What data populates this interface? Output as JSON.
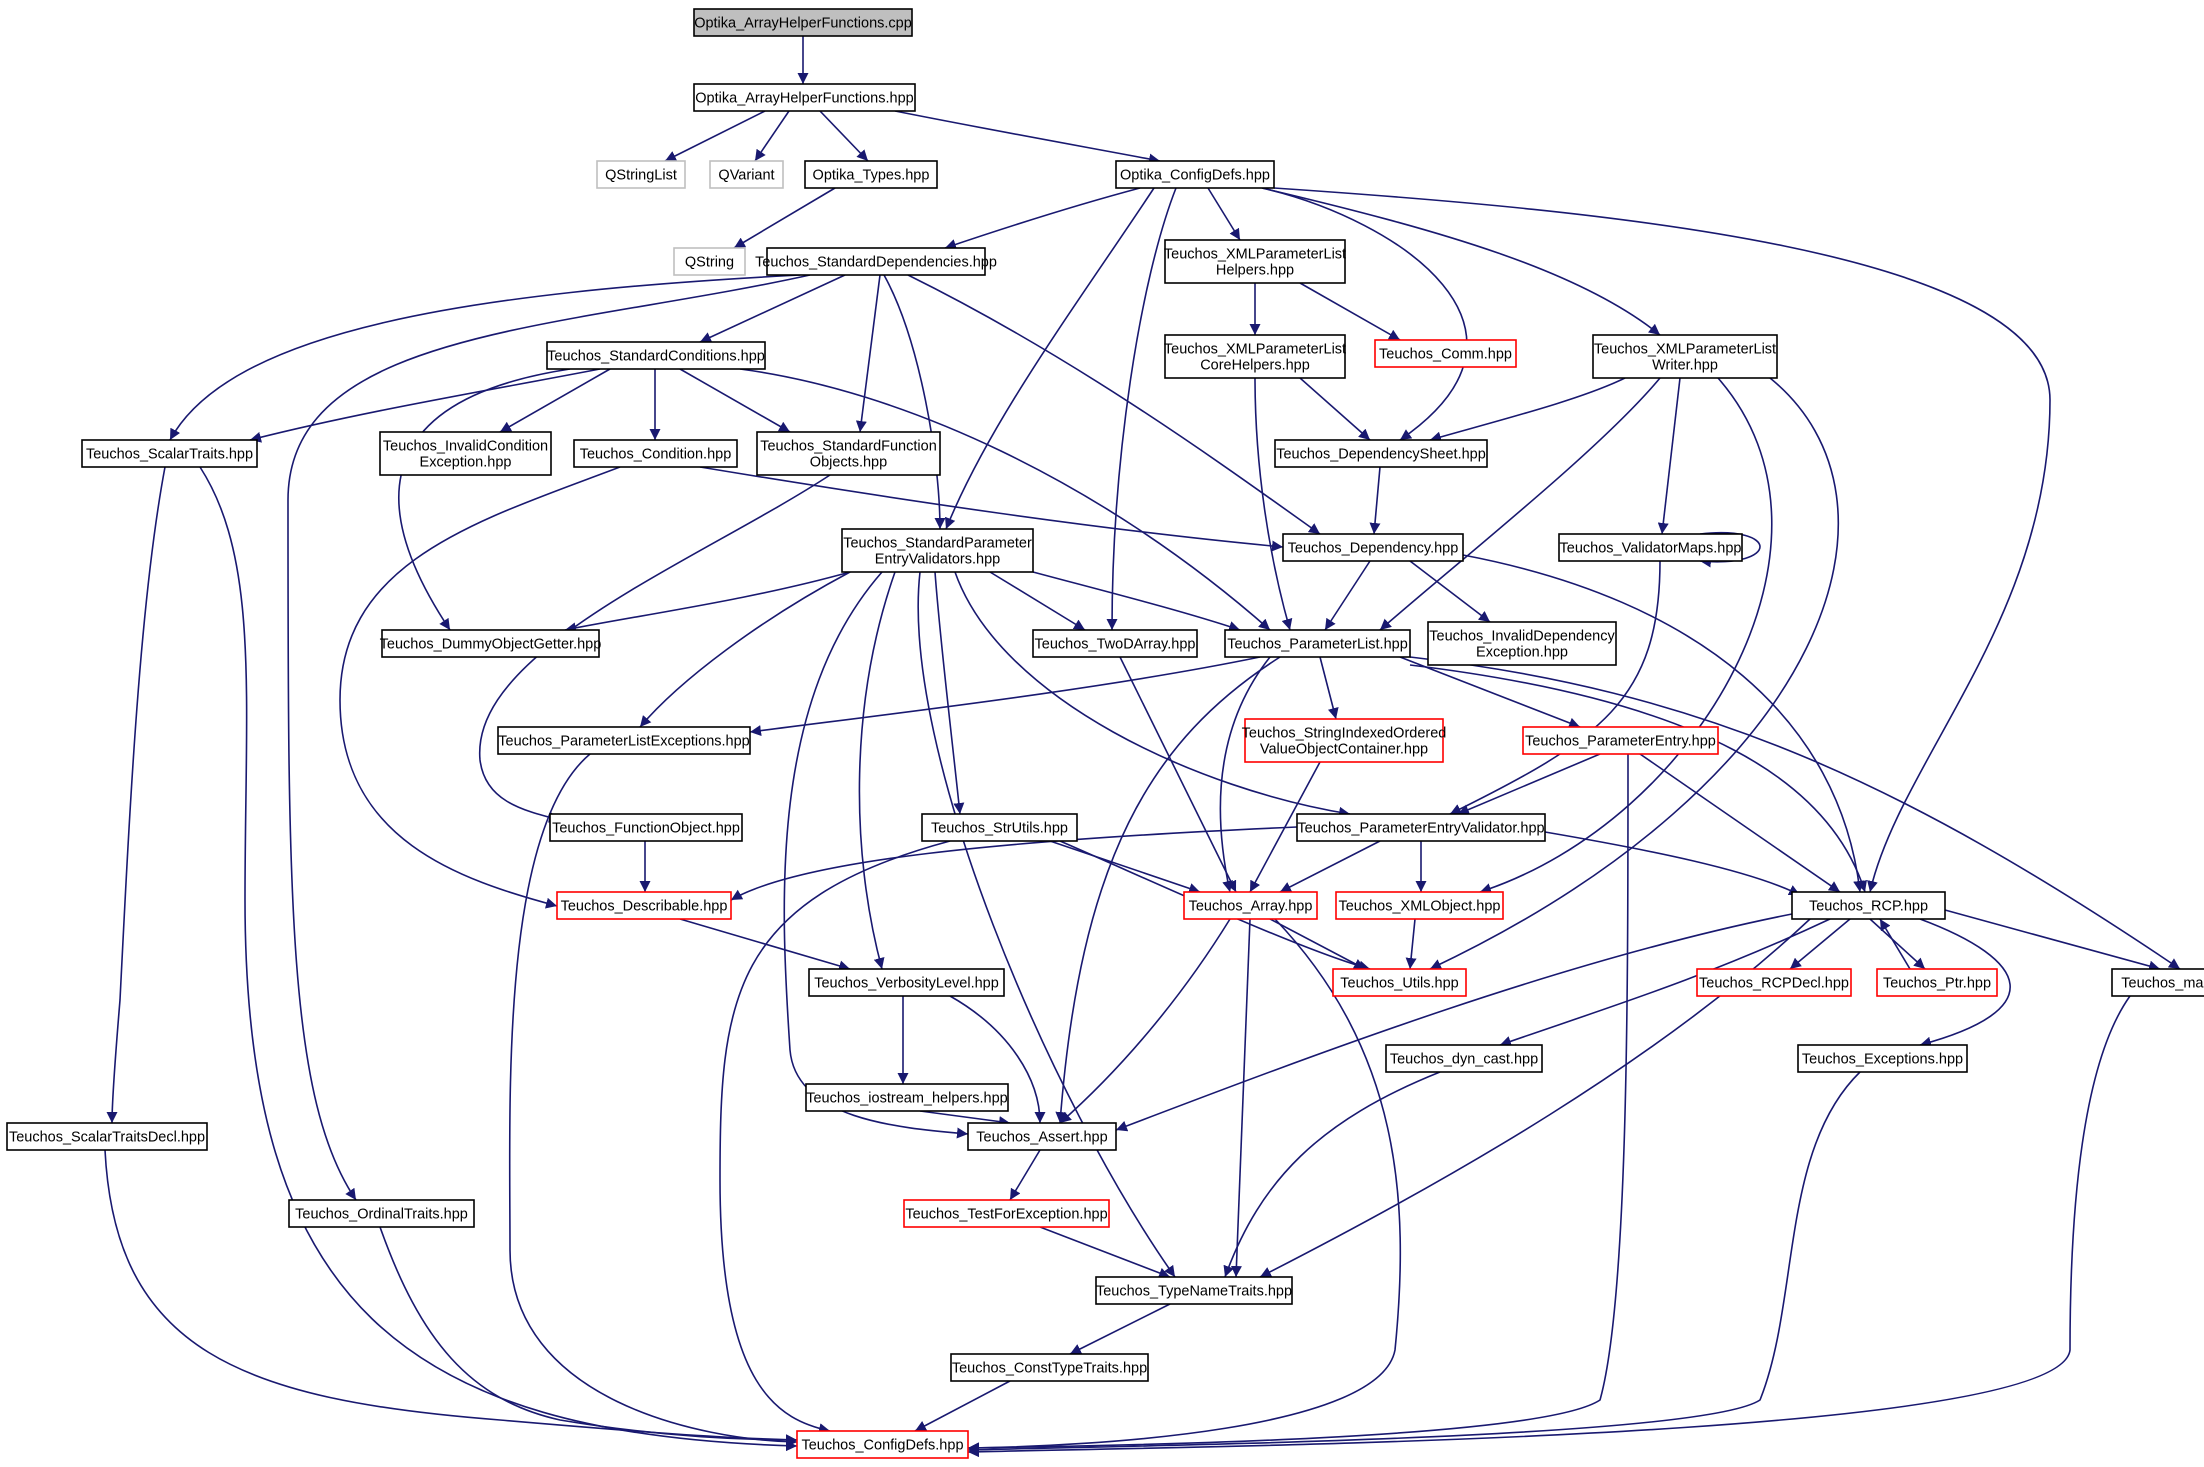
{
  "graph": {
    "colors": {
      "edge": "#191970",
      "box_normal": "#000000",
      "box_truncated": "#ff0000",
      "box_external": "#bfbfbf",
      "box_root_fill": "#bfbfbf"
    },
    "nodes": [
      {
        "id": "root",
        "style": "root",
        "lines": [
          "Optika_ArrayHelperFunctions.cpp"
        ]
      },
      {
        "id": "ahf_hpp",
        "style": "normal",
        "lines": [
          "Optika_ArrayHelperFunctions.hpp"
        ]
      },
      {
        "id": "qstringlist",
        "style": "external",
        "lines": [
          "QStringList"
        ]
      },
      {
        "id": "qvariant",
        "style": "external",
        "lines": [
          "QVariant"
        ]
      },
      {
        "id": "optika_types",
        "style": "normal",
        "lines": [
          "Optika_Types.hpp"
        ]
      },
      {
        "id": "optika_configdefs",
        "style": "normal",
        "lines": [
          "Optika_ConfigDefs.hpp"
        ]
      },
      {
        "id": "qstring",
        "style": "external",
        "lines": [
          "QString"
        ]
      },
      {
        "id": "std_deps",
        "style": "normal",
        "lines": [
          "Teuchos_StandardDependencies.hpp"
        ]
      },
      {
        "id": "xml_helpers",
        "style": "normal",
        "lines": [
          "Teuchos_XMLParameterList",
          "Helpers.hpp"
        ]
      },
      {
        "id": "xml_core",
        "style": "normal",
        "lines": [
          "Teuchos_XMLParameterList",
          "CoreHelpers.hpp"
        ]
      },
      {
        "id": "comm",
        "style": "truncated",
        "lines": [
          "Teuchos_Comm.hpp"
        ]
      },
      {
        "id": "xml_writer",
        "style": "normal",
        "lines": [
          "Teuchos_XMLParameterList",
          "Writer.hpp"
        ]
      },
      {
        "id": "std_conditions",
        "style": "normal",
        "lines": [
          "Teuchos_StandardConditions.hpp"
        ]
      },
      {
        "id": "scalar_traits",
        "style": "normal",
        "lines": [
          "Teuchos_ScalarTraits.hpp"
        ]
      },
      {
        "id": "invalid_cond",
        "style": "normal",
        "lines": [
          "Teuchos_InvalidCondition",
          "Exception.hpp"
        ]
      },
      {
        "id": "condition",
        "style": "normal",
        "lines": [
          "Teuchos_Condition.hpp"
        ]
      },
      {
        "id": "std_func_obj",
        "style": "normal",
        "lines": [
          "Teuchos_StandardFunction",
          "Objects.hpp"
        ]
      },
      {
        "id": "dep_sheet",
        "style": "normal",
        "lines": [
          "Teuchos_DependencySheet.hpp"
        ]
      },
      {
        "id": "std_pev",
        "style": "normal",
        "lines": [
          "Teuchos_StandardParameter",
          "EntryValidators.hpp"
        ]
      },
      {
        "id": "dependency",
        "style": "normal",
        "lines": [
          "Teuchos_Dependency.hpp"
        ]
      },
      {
        "id": "validator_maps",
        "style": "normal",
        "lines": [
          "Teuchos_ValidatorMaps.hpp"
        ]
      },
      {
        "id": "dummy_getter",
        "style": "normal",
        "lines": [
          "Teuchos_DummyObjectGetter.hpp"
        ]
      },
      {
        "id": "two_d_array",
        "style": "normal",
        "lines": [
          "Teuchos_TwoDArray.hpp"
        ]
      },
      {
        "id": "param_list",
        "style": "normal",
        "lines": [
          "Teuchos_ParameterList.hpp"
        ]
      },
      {
        "id": "invalid_dep",
        "style": "normal",
        "lines": [
          "Teuchos_InvalidDependency",
          "Exception.hpp"
        ]
      },
      {
        "id": "pl_exceptions",
        "style": "normal",
        "lines": [
          "Teuchos_ParameterListExceptions.hpp"
        ]
      },
      {
        "id": "sioc",
        "style": "truncated",
        "lines": [
          "Teuchos_StringIndexedOrdered",
          "ValueObjectContainer.hpp"
        ]
      },
      {
        "id": "param_entry",
        "style": "truncated",
        "lines": [
          "Teuchos_ParameterEntry.hpp"
        ]
      },
      {
        "id": "function_object",
        "style": "normal",
        "lines": [
          "Teuchos_FunctionObject.hpp"
        ]
      },
      {
        "id": "str_utils",
        "style": "normal",
        "lines": [
          "Teuchos_StrUtils.hpp"
        ]
      },
      {
        "id": "pev",
        "style": "normal",
        "lines": [
          "Teuchos_ParameterEntryValidator.hpp"
        ]
      },
      {
        "id": "describable",
        "style": "truncated",
        "lines": [
          "Teuchos_Describable.hpp"
        ]
      },
      {
        "id": "array",
        "style": "truncated",
        "lines": [
          "Teuchos_Array.hpp"
        ]
      },
      {
        "id": "xml_object",
        "style": "truncated",
        "lines": [
          "Teuchos_XMLObject.hpp"
        ]
      },
      {
        "id": "rcp",
        "style": "normal",
        "lines": [
          "Teuchos_RCP.hpp"
        ]
      },
      {
        "id": "verbosity",
        "style": "normal",
        "lines": [
          "Teuchos_VerbosityLevel.hpp"
        ]
      },
      {
        "id": "utils",
        "style": "truncated",
        "lines": [
          "Teuchos_Utils.hpp"
        ]
      },
      {
        "id": "rcp_decl",
        "style": "truncated",
        "lines": [
          "Teuchos_RCPDecl.hpp"
        ]
      },
      {
        "id": "ptr",
        "style": "truncated",
        "lines": [
          "Teuchos_Ptr.hpp"
        ]
      },
      {
        "id": "map",
        "style": "normal",
        "lines": [
          "Teuchos_map.hpp"
        ]
      },
      {
        "id": "iostream_helpers",
        "style": "normal",
        "lines": [
          "Teuchos_iostream_helpers.hpp"
        ]
      },
      {
        "id": "dyn_cast",
        "style": "normal",
        "lines": [
          "Teuchos_dyn_cast.hpp"
        ]
      },
      {
        "id": "exceptions",
        "style": "normal",
        "lines": [
          "Teuchos_Exceptions.hpp"
        ]
      },
      {
        "id": "scalar_traits_decl",
        "style": "normal",
        "lines": [
          "Teuchos_ScalarTraitsDecl.hpp"
        ]
      },
      {
        "id": "assert",
        "style": "normal",
        "lines": [
          "Teuchos_Assert.hpp"
        ]
      },
      {
        "id": "ordinal_traits",
        "style": "normal",
        "lines": [
          "Teuchos_OrdinalTraits.hpp"
        ]
      },
      {
        "id": "test_for_exception",
        "style": "truncated",
        "lines": [
          "Teuchos_TestForException.hpp"
        ]
      },
      {
        "id": "type_name_traits",
        "style": "normal",
        "lines": [
          "Teuchos_TypeNameTraits.hpp"
        ]
      },
      {
        "id": "const_type_traits",
        "style": "normal",
        "lines": [
          "Teuchos_ConstTypeTraits.hpp"
        ]
      },
      {
        "id": "teuchos_configdefs",
        "style": "truncated",
        "lines": [
          "Teuchos_ConfigDefs.hpp"
        ]
      }
    ]
  }
}
